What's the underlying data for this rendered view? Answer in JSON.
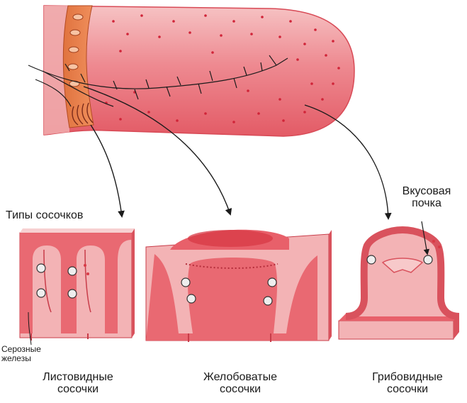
{
  "labels": {
    "types_title": "Типы сосочков",
    "taste_bud": [
      "Вкусовая",
      "почка"
    ],
    "serous_glands": [
      "Серозные",
      "железы"
    ],
    "foliate": [
      "Листовидные",
      "сосочки"
    ],
    "circumvallate": [
      "Желобоватые",
      "сосочки"
    ],
    "fungiform": [
      "Грибовидные",
      "сосочки"
    ]
  },
  "colors": {
    "tissue": "#e8606a",
    "tissue_light": "#f4b9bb",
    "tissue_dark": "#c83c49",
    "dots": "#d02438",
    "nerve": "#1b1b1b",
    "taste_bud": "#eeeeee"
  }
}
